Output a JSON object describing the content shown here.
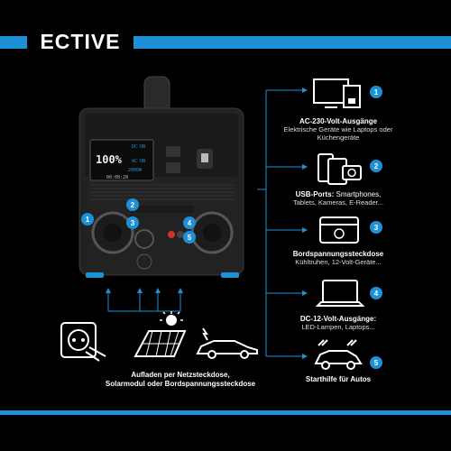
{
  "brand": {
    "logo": "ECTIVE"
  },
  "colors": {
    "accent": "#1e90d6",
    "background": "#000000"
  },
  "device": {
    "display": {
      "percent": "100%",
      "line_top": "DC ON",
      "line_ac": "AC ON",
      "line_mid": "2000W",
      "time": "00:00:28"
    },
    "badges": [
      "1",
      "2",
      "3",
      "4",
      "5"
    ]
  },
  "outputs": [
    {
      "number": "1",
      "icon": "tv-coffee-machine-icon",
      "title": "AC-230-Volt-Ausgänge",
      "desc": "Elektrische Geräte wie Laptops oder Küchengeräte"
    },
    {
      "number": "2",
      "icon": "smartphone-tablet-camera-icon",
      "title": "USB-Ports:",
      "title_rest": " Smartphones,",
      "desc": "Tablets, Kameras, E-Reader..."
    },
    {
      "number": "3",
      "icon": "cooler-box-icon",
      "title": "Bordspannungssteckdose",
      "desc": "Kühltruhen, 12-Volt-Geräte..."
    },
    {
      "number": "4",
      "icon": "laptop-icon",
      "title": "DC-12-Volt-Ausgänge:",
      "desc": "LED-Lampen, Laptops..."
    },
    {
      "number": "5",
      "icon": "jump-start-car-icon",
      "title": "Starthilfe für Autos",
      "desc": ""
    }
  ],
  "charging": {
    "caption_line1": "Aufladen per Netzsteckdose,",
    "caption_line2": "Solarmodul oder Bordspannungssteckdose",
    "icons": [
      "wall-socket-plug-icon",
      "solar-panel-icon",
      "electric-car-icon"
    ]
  }
}
